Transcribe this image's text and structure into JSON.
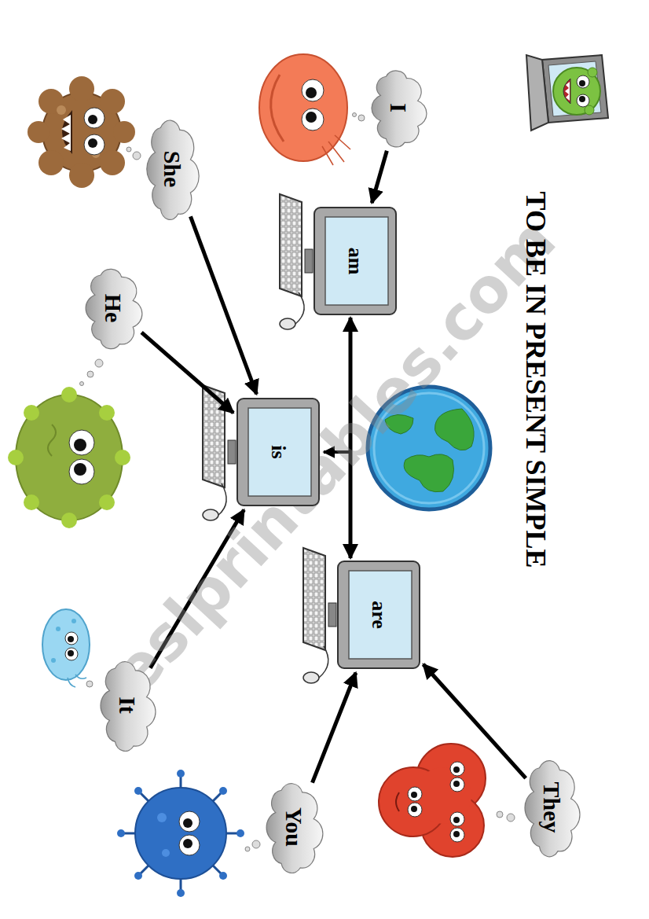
{
  "diagram": {
    "title": "TO BE IN PRESENT SIMPLE",
    "nodes": [
      {
        "text": [
          "I"
        ]
      },
      {
        "text": [
          "She"
        ]
      },
      {
        "text": [
          "He"
        ]
      },
      {
        "text": [
          "am"
        ]
      },
      {
        "text": [
          "is"
        ]
      },
      {
        "text": [
          "are"
        ]
      },
      {
        "text": [
          "It"
        ]
      },
      {
        "text": [
          "You"
        ]
      },
      {
        "text": [
          "They"
        ]
      }
    ],
    "edges": [
      {
        "from": 0,
        "to": 3,
        "arrow": "to"
      },
      {
        "from": 1,
        "to": 4,
        "arrow": "to"
      },
      {
        "from": 2,
        "to": 4,
        "arrow": "to"
      },
      {
        "from": 6,
        "to": 4,
        "arrow": "to"
      },
      {
        "from": 7,
        "to": 5,
        "arrow": "to"
      },
      {
        "from": 8,
        "to": 5,
        "arrow": "to"
      },
      {
        "from": 3,
        "to": 5,
        "arrow": "both"
      }
    ],
    "labels": [
      "eslprintables.com"
    ]
  }
}
